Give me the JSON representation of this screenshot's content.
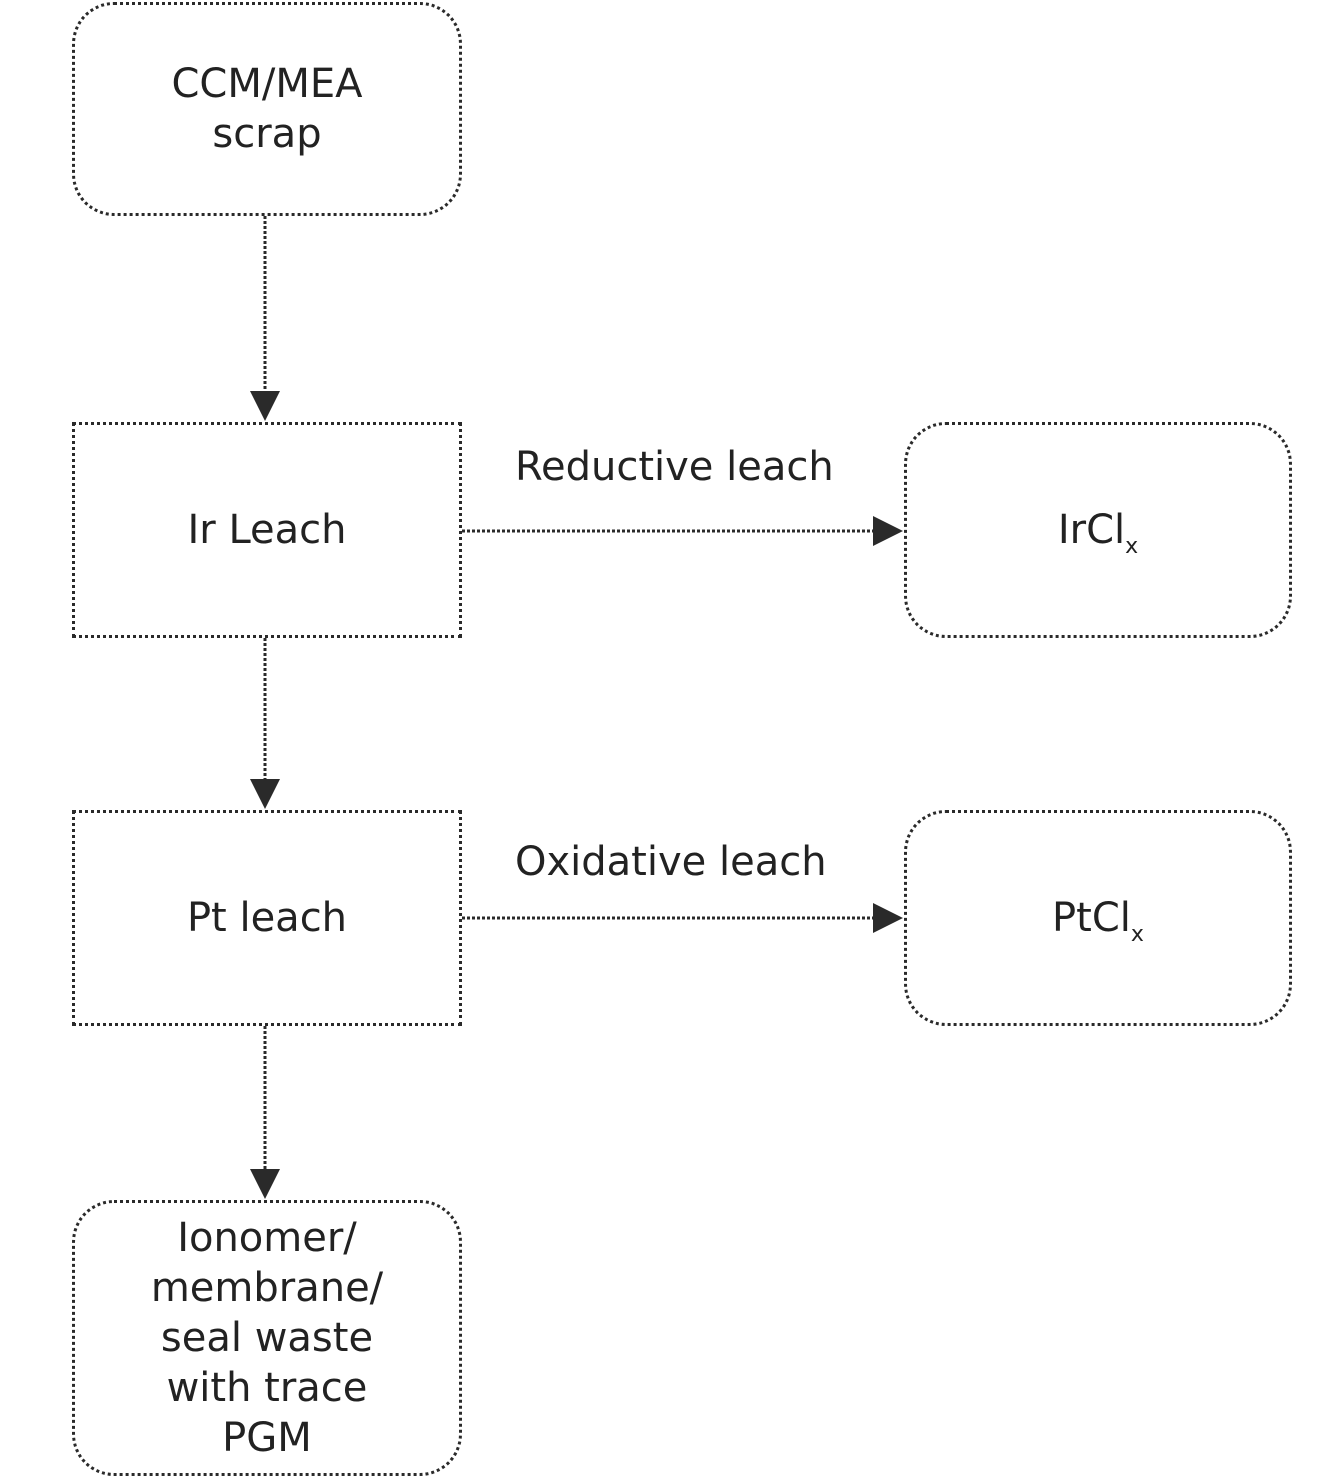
{
  "nodes": {
    "scrap": {
      "text": "CCM/MEA\nscrap"
    },
    "ir_leach": {
      "text": "Ir Leach"
    },
    "irclx": {
      "base": "IrCl",
      "sub": "x"
    },
    "pt_leach": {
      "text": "Pt leach"
    },
    "ptclx": {
      "base": "PtCl",
      "sub": "x"
    },
    "waste": {
      "text": "Ionomer/\nmembrane/\nseal waste\nwith trace\nPGM"
    }
  },
  "edges": {
    "reductive": {
      "label": "Reductive leach"
    },
    "oxidative": {
      "label": "Oxidative leach"
    }
  },
  "style": {
    "line_color": "#2a2a2a",
    "text_color": "#222222"
  }
}
